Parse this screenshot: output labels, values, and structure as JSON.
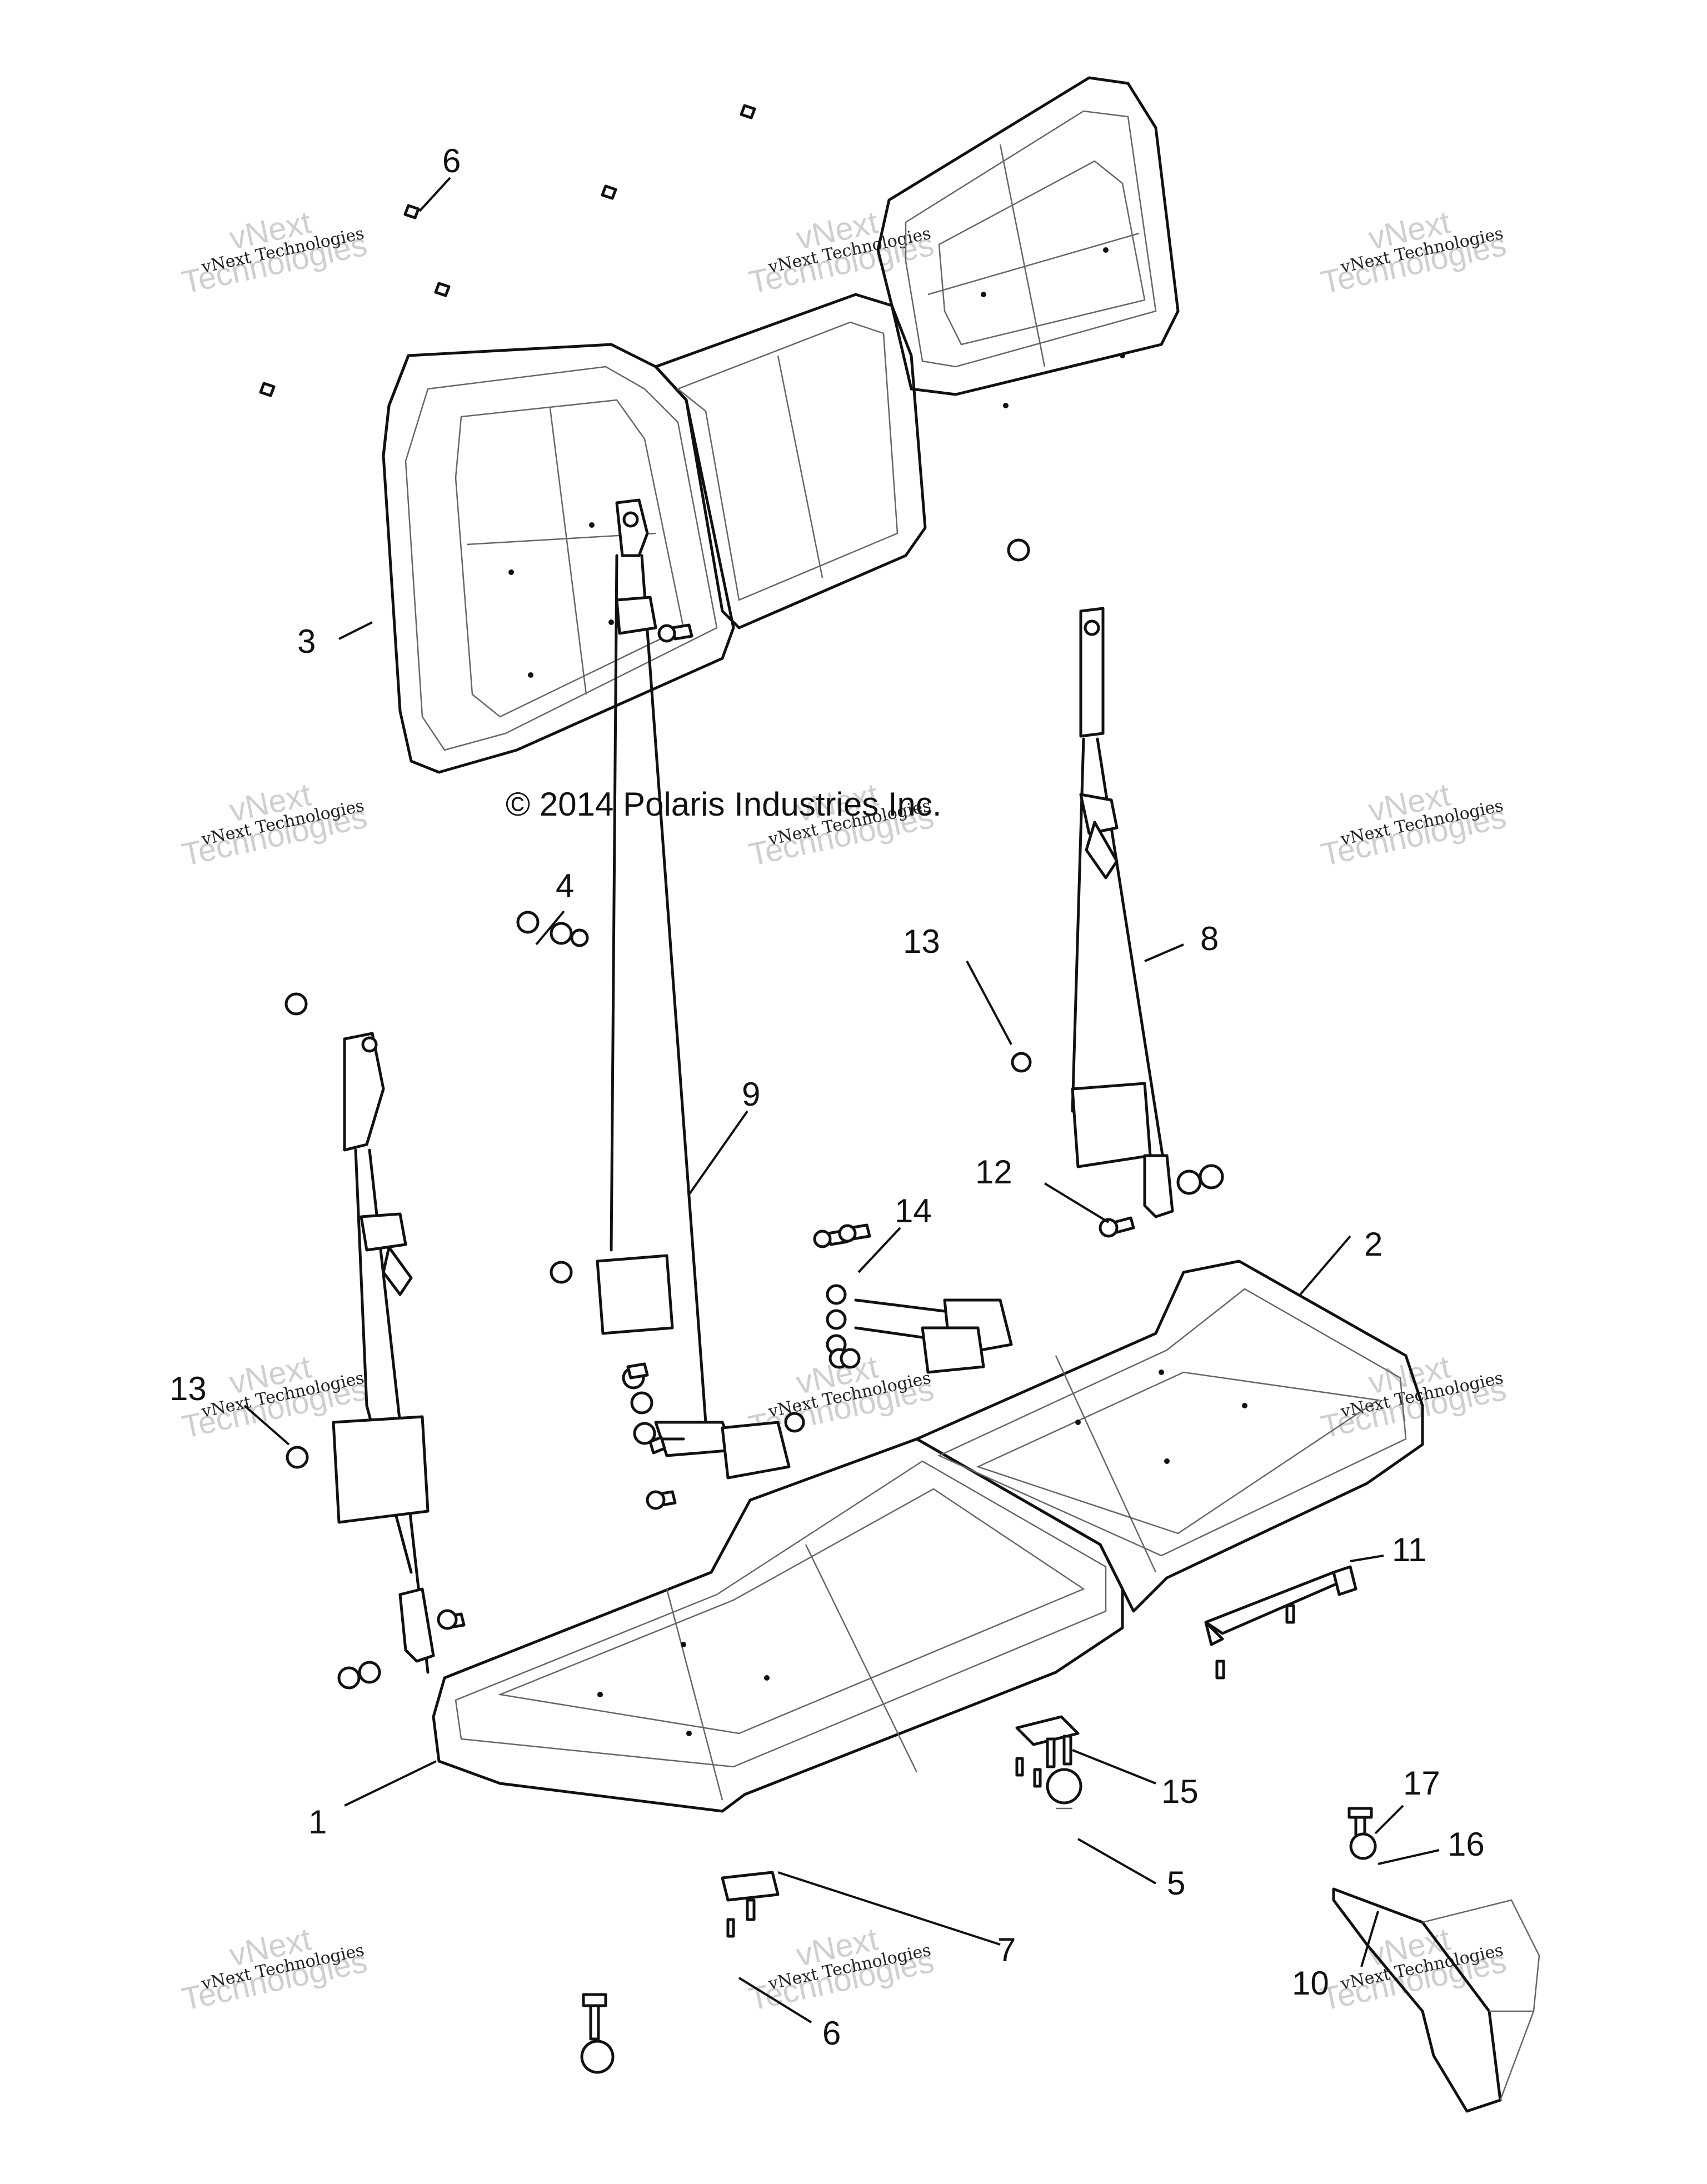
{
  "copyright": "© 2014 Polaris Industries Inc.",
  "watermark": {
    "line_small": "vNext Technologies",
    "line_top": "vNext",
    "line_bottom": "Technologies"
  },
  "callouts": {
    "c1": "1",
    "c2": "2",
    "c3": "3",
    "c4": "4",
    "c5": "5",
    "c6a": "6",
    "c6b": "6",
    "c7": "7",
    "c8": "8",
    "c9": "9",
    "c10": "10",
    "c11": "11",
    "c12": "12",
    "c13a": "13",
    "c13b": "13",
    "c14": "14",
    "c15": "15",
    "c16": "16",
    "c17": "17"
  }
}
